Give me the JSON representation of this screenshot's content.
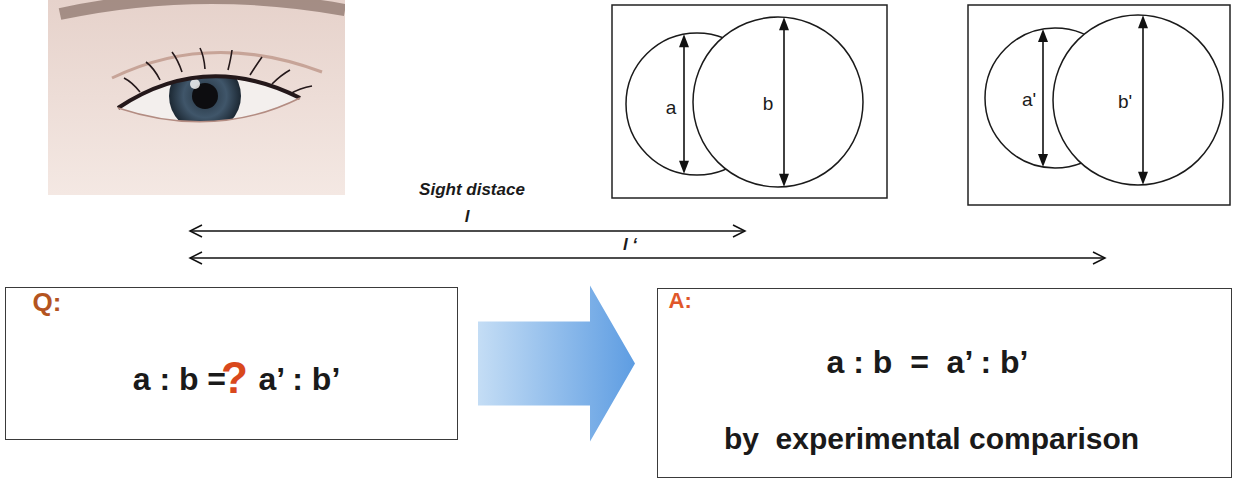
{
  "diagram": {
    "nodes": [
      {
        "text": [
          "a"
        ]
      },
      {
        "text": [
          "b"
        ]
      },
      {
        "text": [
          "a'"
        ]
      },
      {
        "text": [
          "b'"
        ]
      },
      {
        "text": [
          "Q:",
          "a : b",
          "=",
          "?",
          "a’ : b’"
        ]
      },
      {
        "text": [
          "A:",
          "a : b  =  a’ : b’",
          "by  experimental comparison"
        ]
      }
    ],
    "edges": [
      {
        "from": 4,
        "to": 5,
        "arrow": "to"
      }
    ],
    "labels": [
      "Sight distace",
      "l",
      "l ‘"
    ]
  }
}
